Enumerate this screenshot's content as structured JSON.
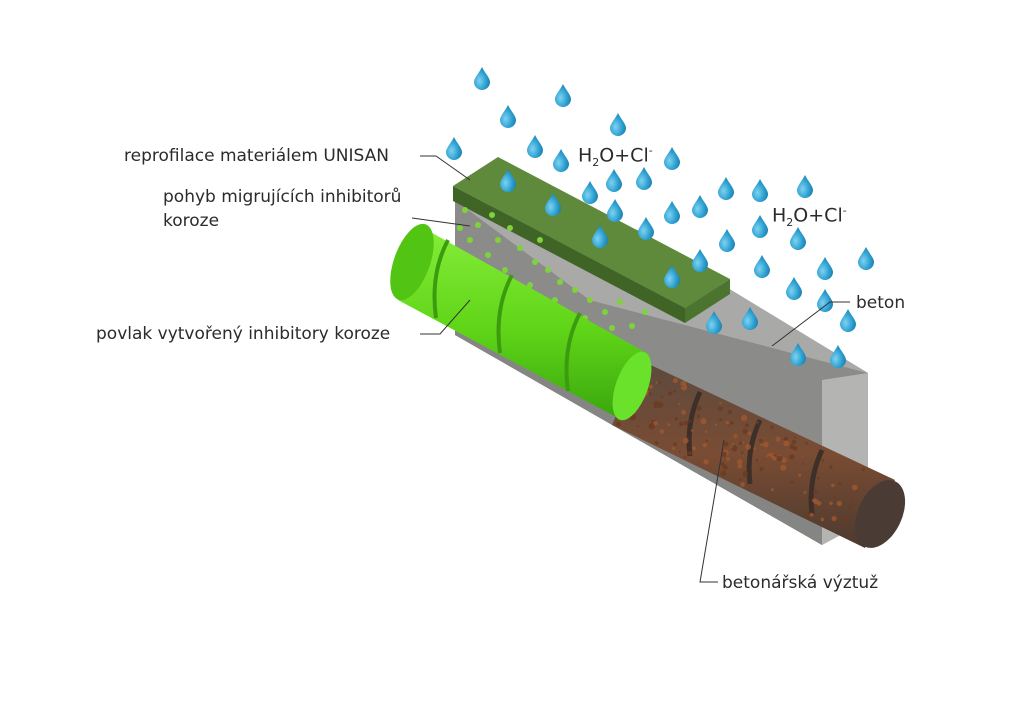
{
  "labels": {
    "reprofilace": "reprofilace materiálem UNISAN",
    "pohyb_line1": "pohyb migrujících inhibitorů",
    "pohyb_line2": "koroze",
    "povlak": "povlak vytvořený inhibitory koroze",
    "beton": "beton",
    "vyztuz": "betonářská výztuž"
  },
  "formulas": [
    {
      "h": "H",
      "sub": "2",
      "rest": "O+Cl",
      "sup": "-"
    },
    {
      "h": "H",
      "sub": "2",
      "rest": "O+Cl",
      "sup": "-"
    }
  ],
  "colors": {
    "concrete_top": "#a9aaa8",
    "concrete_front": "#8b8c8a",
    "concrete_side": "#b4b5b3",
    "unisan_top": "#5f8a3c",
    "unisan_front": "#3f6426",
    "coating": "#66dd1a",
    "rebar_rust": "#7a4a33",
    "rebar_dark": "#4a3c34",
    "water": "#2b9fd0",
    "inhibitor_dot": "#7fd33a"
  },
  "icons": [
    "water-drop-icon",
    "inhibitor-dot-icon"
  ]
}
